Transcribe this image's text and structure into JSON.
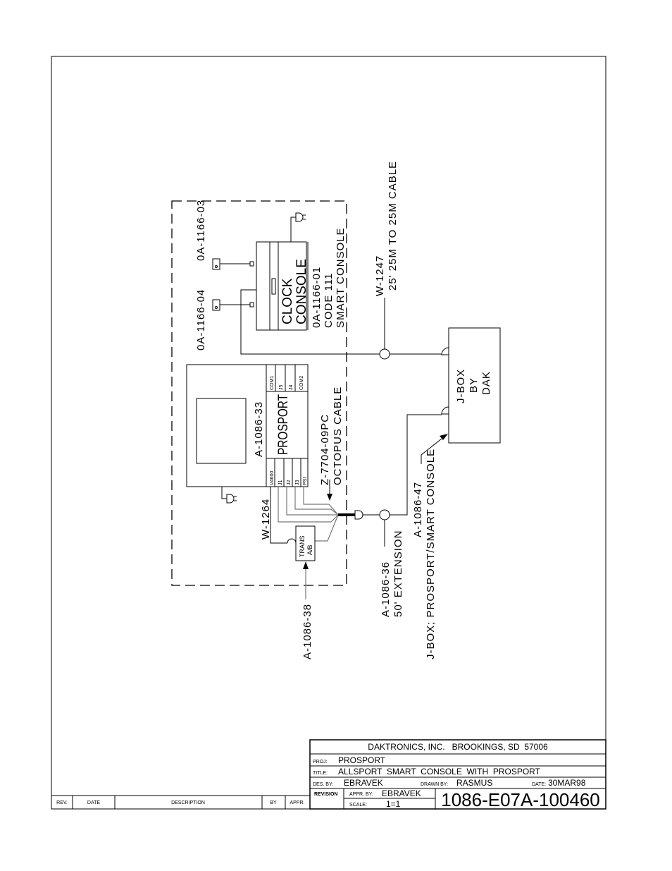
{
  "title_block": {
    "company": "DAKTRONICS, INC.   BROOKINGS, SD  57006",
    "proj_label": "PROJ:",
    "proj": "PROSPORT",
    "title_label": "TITLE:",
    "title": "ALLSPORT  SMART  CONSOLE  WITH  PROSPORT",
    "des_by_label": "DES. BY:",
    "des_by": "EBRAVEK",
    "drawn_by_label": "DRAWN BY:",
    "drawn_by": "RASMUS",
    "date_label": "DATE:",
    "date": "30MAR98",
    "revision_label": "REVISION",
    "appr_by_label": "APPR. BY:",
    "appr_by": "EBRAVEK",
    "scale_label": "SCALE:",
    "scale": "1=1",
    "drawing_number": "1086-E07A-100460"
  },
  "revision_table": {
    "headers": [
      "REV.",
      "DATE",
      "DESCRIPTION",
      "BY",
      "APPR."
    ]
  },
  "diagram": {
    "remote1": "0A-1166-04",
    "remote2": "0A-1166-03",
    "console_label": [
      "CLOCK",
      "CONSOLE"
    ],
    "console_info": [
      "0A-1166-01",
      "CODE 111",
      "SMART CONSOLE"
    ],
    "prosport_part": "A-1086-33",
    "prosport_name": "PROSPORT",
    "ports_top": [
      "COM1",
      "J5",
      "J4",
      "COM2"
    ],
    "ports_bottom": [
      "V4600",
      "J1",
      "J2",
      "J3",
      "PSI"
    ],
    "trans_label": [
      "TRANS",
      "A/B"
    ],
    "w1264": "W-1264",
    "a1086_38": "A-1086-38",
    "octopus": [
      "Z-7704-09PC",
      "OCTOPUS CABLE"
    ],
    "extension": [
      "A-1086-36",
      "50' EXTENSION"
    ],
    "jbox_cable": [
      "A-1086-47",
      "J-BOX; PROSPORT/SMART CONSOLE"
    ],
    "main_cable": [
      "W-1247",
      "25' 25M TO 25M CABLE"
    ],
    "jbox": [
      "J-BOX",
      "BY",
      "DAK"
    ]
  }
}
